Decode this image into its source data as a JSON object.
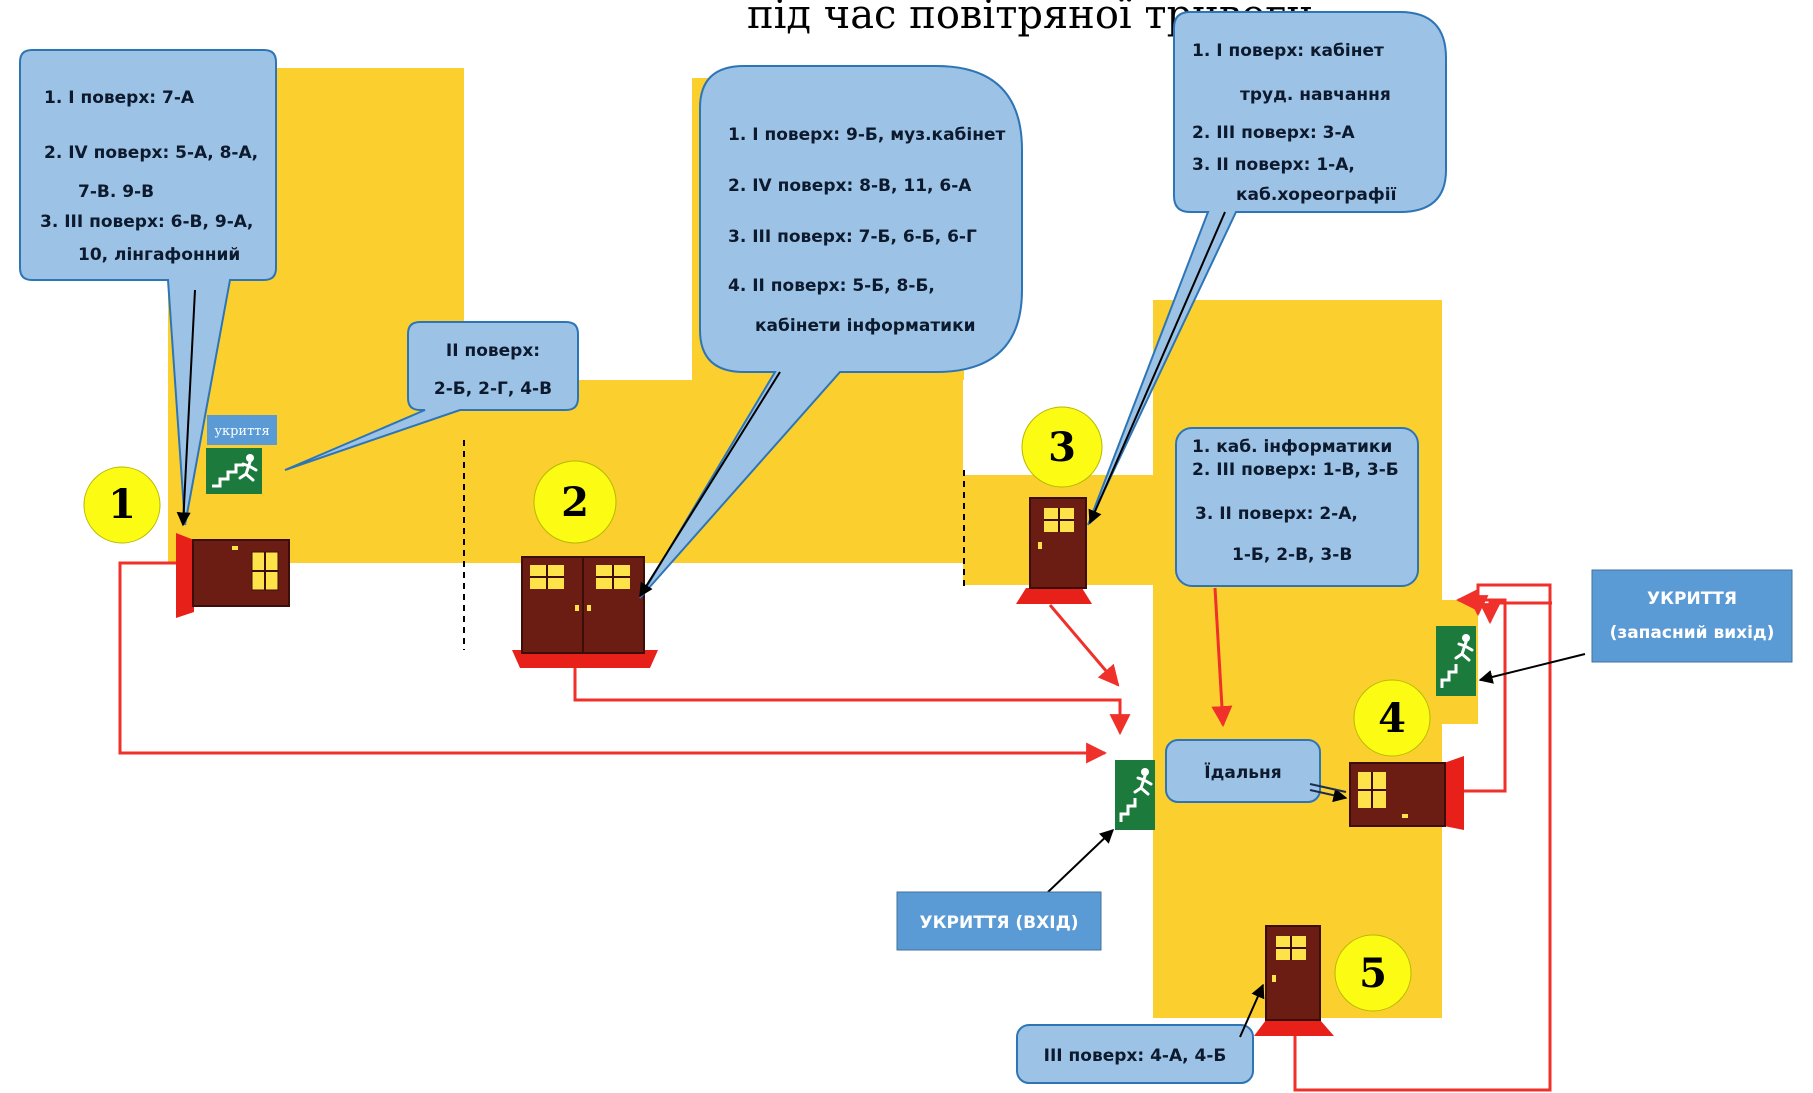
{
  "title": "під час повітряної тривоги",
  "sign_label": "укриття",
  "entrances": [
    {
      "num": "1"
    },
    {
      "num": "2"
    },
    {
      "num": "3"
    },
    {
      "num": "4"
    },
    {
      "num": "5"
    }
  ],
  "callouts": {
    "entrance1": {
      "lines": [
        "1.  І поверх: 7-А",
        "2.  IV поверх: 5-А, 8-А,",
        "7-В. 9-В",
        "3.  III поверх: 6-В, 9-А,",
        "10, лінгафонний"
      ]
    },
    "stair1": {
      "lines": [
        "ІІ поверх:",
        "2-Б, 2-Г, 4-В"
      ]
    },
    "entrance2": {
      "lines": [
        "1. І поверх: 9-Б, муз.кабінет",
        "2.  IV поверх: 8-В, 11, 6-А",
        "3.  III поверх: 7-Б, 6-Б, 6-Г",
        "4.  II поверх: 5-Б, 8-Б,",
        "кабінети інформатики"
      ]
    },
    "entrance3": {
      "lines": [
        "1.   І поверх: кабінет",
        "труд. навчання",
        "2.      ІІІ поверх: 3-А",
        "3.      II поверх: 1-А,",
        "каб.хореографії"
      ]
    },
    "middle": {
      "lines": [
        "1.   каб. інформатики",
        "2.  III поверх: 1-В, 3-Б",
        "3.  ІІ поверх: 2-А,",
        "1-Б, 2-В, 3-В"
      ]
    },
    "dining": {
      "lines": [
        "Їдальня"
      ]
    },
    "entrance5": {
      "lines": [
        "ІІІ поверх: 4-А, 4-Б"
      ]
    }
  },
  "labels": {
    "shelter_spare": {
      "lines": [
        "УКРИТТЯ",
        "(запасний вихід)"
      ]
    },
    "shelter_entry": {
      "lines": [
        "УКРИТТЯ (ВХІД)"
      ]
    }
  },
  "colors": {
    "building": "#fbd02e",
    "bubble_fill": "#9cc3e6",
    "bubble_stroke": "#2e75b6",
    "door": "#6b1d14",
    "mat": "#e8201a",
    "route": "#f0302a",
    "number_circle": "#fbfb14",
    "exit_sign": "#1b7a3c",
    "label_box": "#5b9bd5"
  }
}
